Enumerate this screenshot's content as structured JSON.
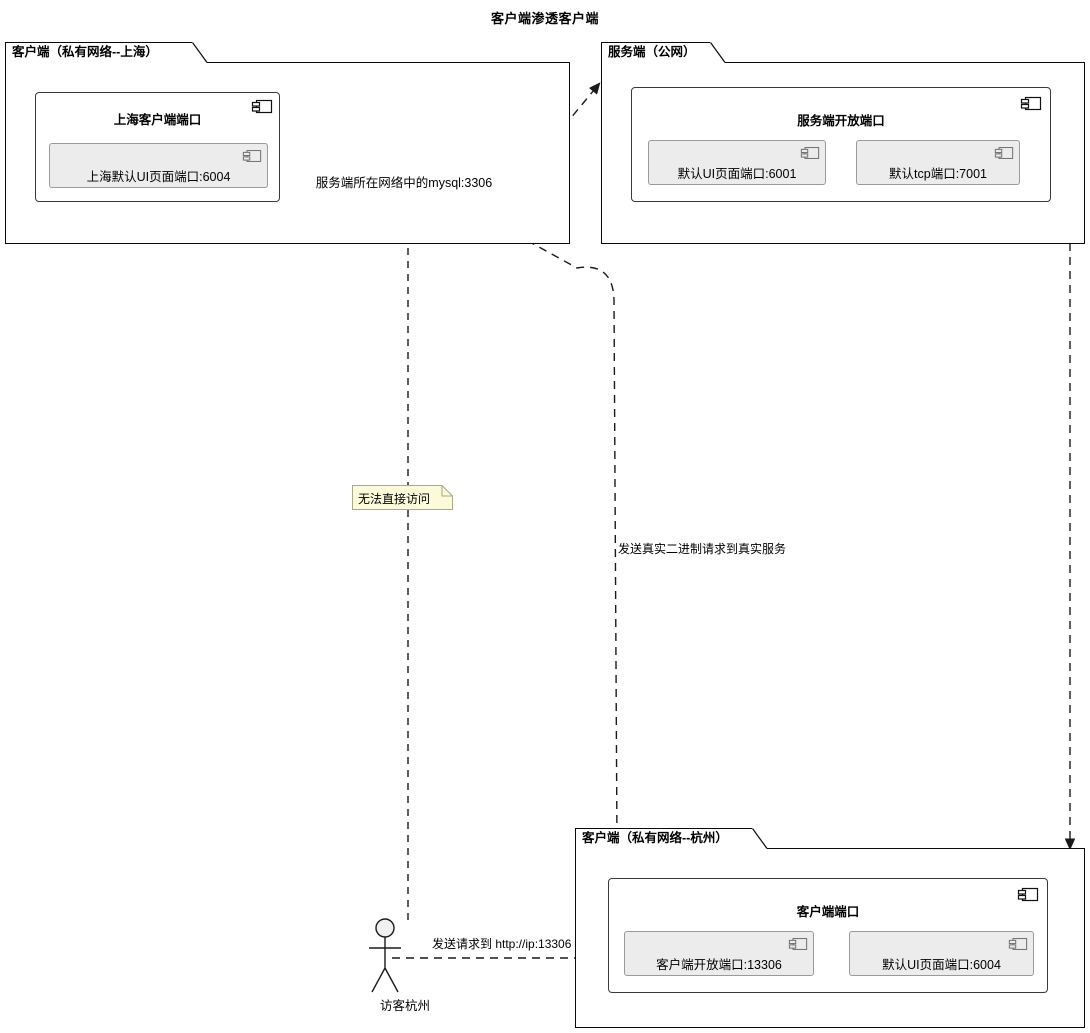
{
  "diagram": {
    "title": "客户端渗透客户端",
    "type": "uml-component-diagram",
    "colors": {
      "background": "#ffffff",
      "stroke": "#0a0a0a",
      "component_fill": "#ffffff",
      "component_stroke": "#3a3a3a",
      "port_fill": "#ececec",
      "port_stroke": "#9a9a9a",
      "database_fill": "#f0f0f0",
      "note_fill": "#fbfbdc",
      "note_stroke": "#a9a98a",
      "link_stroke": "#1a1a1a"
    }
  },
  "packages": [
    {
      "id": "client-shanghai",
      "label": "客户端（私有网络--上海）",
      "components": [
        {
          "id": "shanghai-client-port",
          "title": "上海客户端端口",
          "icon": "component-icon",
          "ports": [
            {
              "id": "shanghai-ui-port",
              "label": "上海默认UI页面端口:6004",
              "icon": "component-icon"
            }
          ]
        }
      ]
    },
    {
      "id": "server-public",
      "label": "服务端（公网）",
      "components": [
        {
          "id": "server-open-port",
          "title": "服务端开放端口",
          "icon": "component-icon",
          "ports": [
            {
              "id": "server-ui-port",
              "label": "默认UI页面端口:6001",
              "icon": "component-icon"
            },
            {
              "id": "server-tcp-port",
              "label": "默认tcp端口:7001",
              "icon": "component-icon"
            }
          ]
        }
      ]
    },
    {
      "id": "client-hangzhou",
      "label": "客户端（私有网络--杭州）",
      "components": [
        {
          "id": "hangzhou-client-port",
          "title": "客户端端口",
          "icon": "component-icon",
          "ports": [
            {
              "id": "hangzhou-open-port",
              "label": "客户端开放端口:13306",
              "icon": "component-icon"
            },
            {
              "id": "hangzhou-ui-port",
              "label": "默认UI页面端口:6004",
              "icon": "component-icon"
            }
          ]
        }
      ]
    }
  ],
  "database": {
    "id": "mysql-node",
    "label": "服务端所在网络中的mysql:3306"
  },
  "note": {
    "id": "no-direct-access-note",
    "label": "无法直接访问"
  },
  "actor": {
    "id": "visitor-hangzhou",
    "label": "访客杭州"
  },
  "edges": [
    {
      "id": "actor-to-hangzhou-port",
      "label": "发送请求到 http://ip:13306",
      "style": "dashed",
      "arrow": "open"
    },
    {
      "id": "hangzhou-to-mysql",
      "label": "发送真实二进制请求到真实服务",
      "style": "dashed",
      "arrow": "open"
    },
    {
      "id": "shanghai-to-server",
      "label": "",
      "style": "dashed",
      "arrow": "open"
    },
    {
      "id": "server-to-hangzhou",
      "label": "",
      "style": "dashed",
      "arrow": "open"
    },
    {
      "id": "mysql-to-actor",
      "label": "",
      "style": "dashed",
      "arrow": "none"
    }
  ]
}
